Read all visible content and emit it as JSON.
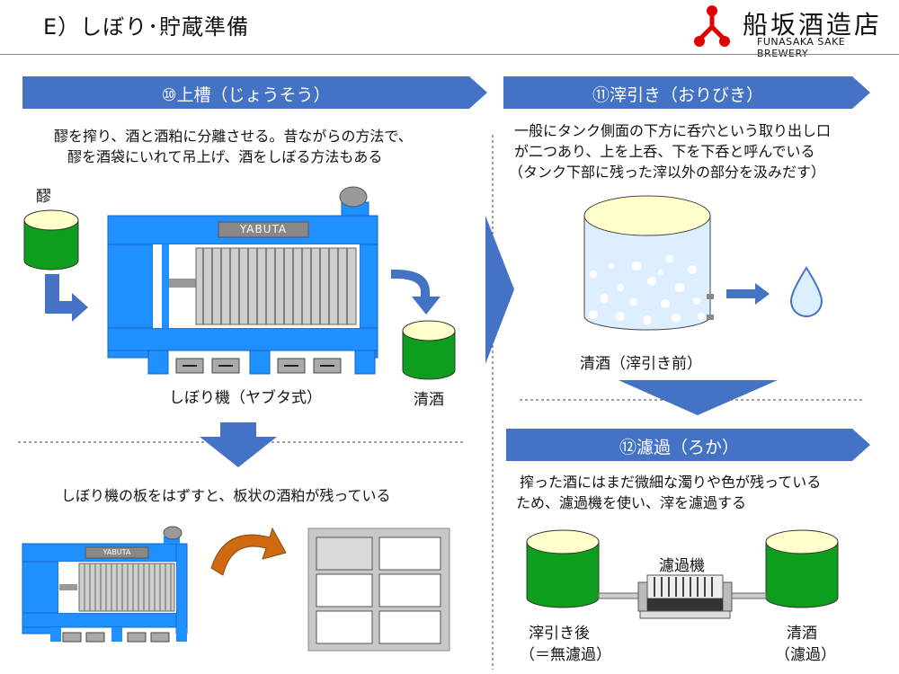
{
  "header": {
    "title": "E）しぼり･貯蔵準備",
    "logo_name": "船坂酒造店",
    "logo_sub": "FUNASAKA SAKE BREWERY"
  },
  "section_joso": {
    "banner": "⑩上槽（じょうそう）",
    "desc": [
      "醪を搾り、酒と酒粕に分離させる。昔ながらの方法で、",
      "醪を酒袋にいれて吊上げ、酒をしぼる方法もある"
    ],
    "moromi_label": "醪",
    "press_brand": "YABUTA",
    "press_label": "しぼり機（ヤブタ式）",
    "sake_label": "清酒",
    "plate_note": "しぼり機の板をはずすと、板状の酒粕が残っている",
    "press_brand_small": "YABUTA"
  },
  "section_oribiki": {
    "banner": "⑪滓引き（おりびき）",
    "desc": [
      "一般にタンク側面の下方に呑穴という取り出し口",
      "が二つあり、上を上呑、下を下呑と呼んでいる",
      "（タンク下部に残った滓以外の部分を汲みだす）"
    ],
    "tank_label": "清酒（滓引き前）"
  },
  "section_roka": {
    "banner": "⑫濾過（ろか）",
    "desc": [
      "搾った酒にはまだ微細な濁りや色が残っている",
      "ため、濾過機を使い、滓を濾過する"
    ],
    "filter_label": "濾過機",
    "left_label": [
      "滓引き後",
      "（＝無濾過）"
    ],
    "right_label": [
      "清酒",
      "（濾過）"
    ]
  },
  "colors": {
    "banner": "#4472c4",
    "press_blue": "#1e90ff",
    "tank_green": "#0d9e1e",
    "tank_top": "#ffffcc",
    "arrow_orange": "#d06a10"
  }
}
